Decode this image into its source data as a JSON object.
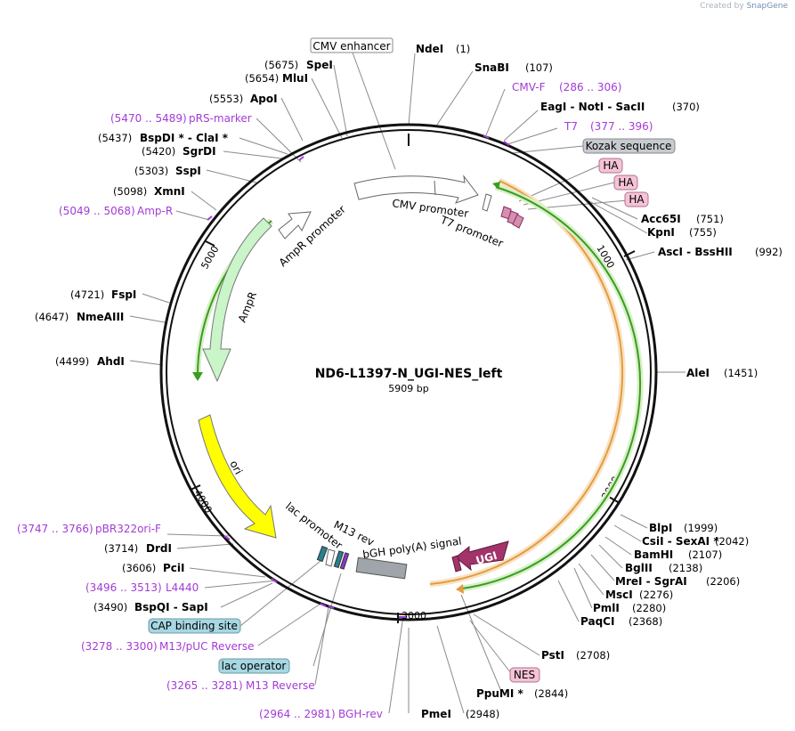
{
  "credit": {
    "prefix": "Created by",
    "brand": "SnapGene"
  },
  "plasmid": {
    "name": "ND6-L1397-N_UGI-NES_left",
    "size_text": "5909 bp"
  },
  "colors": {
    "backbone": "#000000",
    "primer": "#a33bd6",
    "amp": "#c9f5c9",
    "ori": "#ffff00",
    "ugi": "#a3336b",
    "green_strand": "#3a9d1f",
    "orange_strand": "#e59b3c"
  },
  "tick_labels": [
    "1000",
    "2000",
    "3000",
    "4000",
    "5000"
  ],
  "enzymes": [
    {
      "name": "NdeI",
      "pos": "(1)"
    },
    {
      "name": "SnaBI",
      "pos": "(107)"
    },
    {
      "name": "EagI - NotI - SacII",
      "pos": "(370)"
    },
    {
      "name": "Acc65I",
      "pos": "(751)"
    },
    {
      "name": "KpnI",
      "pos": "(755)"
    },
    {
      "name": "AscI - BssHII",
      "pos": "(992)"
    },
    {
      "name": "AleI",
      "pos": "(1451)"
    },
    {
      "name": "BlpI",
      "pos": "(1999)"
    },
    {
      "name": "CsiI - SexAI *",
      "pos": "(2042)"
    },
    {
      "name": "BamHI",
      "pos": "(2107)"
    },
    {
      "name": "BglII",
      "pos": "(2138)"
    },
    {
      "name": "MreI - SgrAI",
      "pos": "(2206)"
    },
    {
      "name": "MscI",
      "pos": "(2276)"
    },
    {
      "name": "PmlI",
      "pos": "(2280)"
    },
    {
      "name": "PaqCI",
      "pos": "(2368)"
    },
    {
      "name": "PstI",
      "pos": "(2708)"
    },
    {
      "name": "PpuMI *",
      "pos": "(2844)"
    },
    {
      "name": "PmeI",
      "pos": "(2948)"
    },
    {
      "name": "BspQI - SapI",
      "pos": "(3490)"
    },
    {
      "name": "PciI",
      "pos": "(3606)"
    },
    {
      "name": "DrdI",
      "pos": "(3714)"
    },
    {
      "name": "AhdI",
      "pos": "(4499)"
    },
    {
      "name": "NmeAIII",
      "pos": "(4647)"
    },
    {
      "name": "FspI",
      "pos": "(4721)"
    },
    {
      "name": "XmnI",
      "pos": "(5098)"
    },
    {
      "name": "SspI",
      "pos": "(5303)"
    },
    {
      "name": "SgrDI",
      "pos": "(5420)"
    },
    {
      "name": "BspDI * - ClaI *",
      "pos": "(5437)"
    },
    {
      "name": "ApoI",
      "pos": "(5553)"
    },
    {
      "name": "MluI",
      "pos": "(5654)"
    },
    {
      "name": "SpeI",
      "pos": "(5675)"
    }
  ],
  "primers": [
    {
      "name": "CMV-F",
      "range": "(286 .. 306)"
    },
    {
      "name": "T7",
      "range": "(377 .. 396)"
    },
    {
      "name": "pRS-marker",
      "range": "(5470 .. 5489)"
    },
    {
      "name": "Amp-R",
      "range": "(5049 .. 5068)"
    },
    {
      "name": "pBR322ori-F",
      "range": "(3747 .. 3766)"
    },
    {
      "name": "L4440",
      "range": "(3496 .. 3513)"
    },
    {
      "name": "M13/pUC Reverse",
      "range": "(3278 .. 3300)"
    },
    {
      "name": "M13 Reverse",
      "range": "(3265 .. 3281)"
    },
    {
      "name": "BGH-rev",
      "range": "(2964 .. 2981)"
    }
  ],
  "boxed": [
    {
      "name": "CMV enhancer"
    },
    {
      "name": "Kozak sequence"
    },
    {
      "name": "HA"
    },
    {
      "name": "HA"
    },
    {
      "name": "HA"
    },
    {
      "name": "NES"
    },
    {
      "name": "CAP binding site"
    },
    {
      "name": "lac operator"
    }
  ],
  "features": {
    "cmv_promoter": "CMV promoter",
    "t7_promoter": "T7 promoter",
    "ampr_promoter": "AmpR promoter",
    "ampr": "AmpR",
    "ori": "ori",
    "lac_promoter": "lac promoter",
    "m13_rev": "M13 rev",
    "bgh": "bGH poly(A) signal",
    "ugi": "UGI"
  }
}
